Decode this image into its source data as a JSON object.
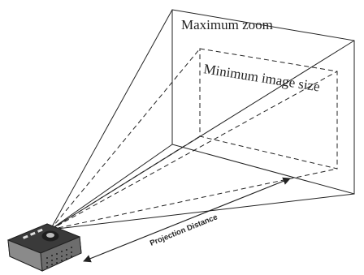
{
  "labels": {
    "max_zoom": "Maximum zoom",
    "min_image": "Minimum image size",
    "distance": "Projection Distance"
  },
  "colors": {
    "line": "#222222",
    "projector_dark": "#1f1f1f",
    "projector_mid": "#6d6d6d",
    "projector_light": "#cfcfcf"
  }
}
